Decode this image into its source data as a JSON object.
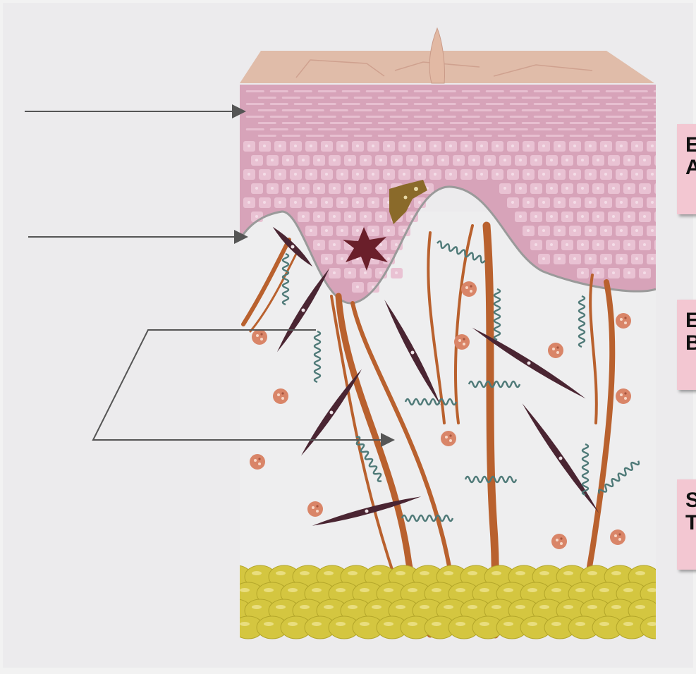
{
  "labels": [
    {
      "line1": "E",
      "line2": "A"
    },
    {
      "line1": "E",
      "line2": "B"
    },
    {
      "line1": "S",
      "line2": "T"
    }
  ],
  "colors": {
    "background": "#f2f2f2",
    "panel": "#ecebed",
    "stratum_corneum": "#e0bca9",
    "epidermis": "#d7a3b9",
    "cell_fill": "#e9c2d3",
    "membrane": "#9a9a9a",
    "collagen": "#b9612e",
    "fibroblast": "#4a2532",
    "elastic": "#4f7a78",
    "mast_cell": "#d98568",
    "fat": "#d4c640",
    "label_box": "#f3c7d2",
    "pointer": "#555555"
  }
}
